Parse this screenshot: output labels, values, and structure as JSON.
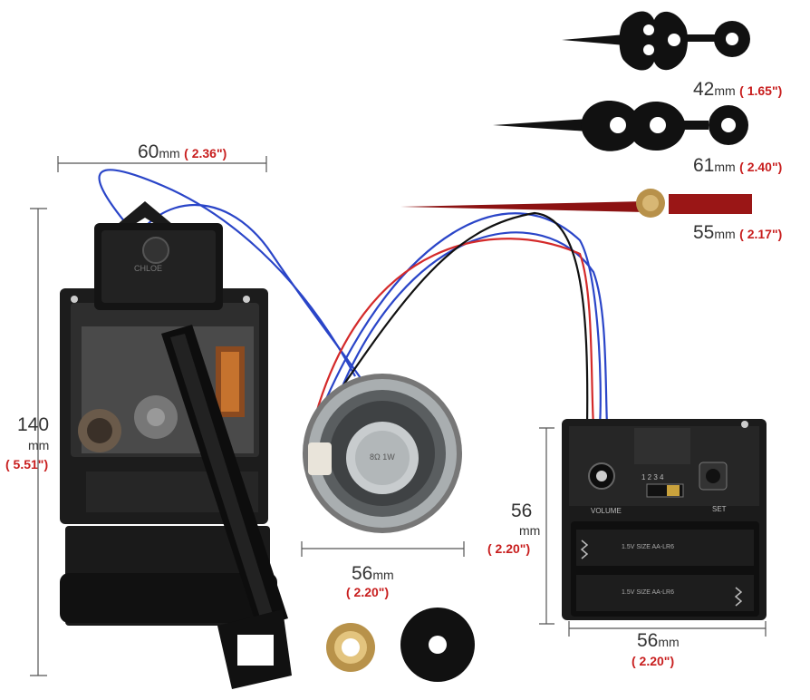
{
  "colors": {
    "accent": "#c81e1e",
    "text": "#333333",
    "wire_red": "#d42a2a",
    "wire_blue": "#2a45c8",
    "wire_black": "#111111"
  },
  "dimensions": {
    "movement_width": {
      "value": "60",
      "unit": "mm",
      "inch": "( 2.36\")"
    },
    "movement_height": {
      "value": "140",
      "unit": "mm",
      "inch": "( 5.51\")"
    },
    "speaker_diameter": {
      "value": "56",
      "unit": "mm",
      "inch": "( 2.20\")"
    },
    "sound_box_height": {
      "value": "56",
      "unit": "mm",
      "inch": "( 2.20\")"
    },
    "sound_box_width": {
      "value": "56",
      "unit": "mm",
      "inch": "( 2.20\")"
    },
    "hour_hand": {
      "value": "42",
      "unit": "mm",
      "inch": "( 1.65\")"
    },
    "minute_hand": {
      "value": "61",
      "unit": "mm",
      "inch": "( 2.40\")"
    },
    "second_hand": {
      "value": "55",
      "unit": "mm",
      "inch": "( 2.17\")"
    }
  },
  "product_text": {
    "movement_brand": "CHLOE",
    "volume_label": "VOLUME",
    "set_label": "SET",
    "switch_numbers": "1 2 3 4",
    "battery_label": "1.5V SIZE AA-LR6",
    "speaker_label": "8Ω 1W"
  }
}
